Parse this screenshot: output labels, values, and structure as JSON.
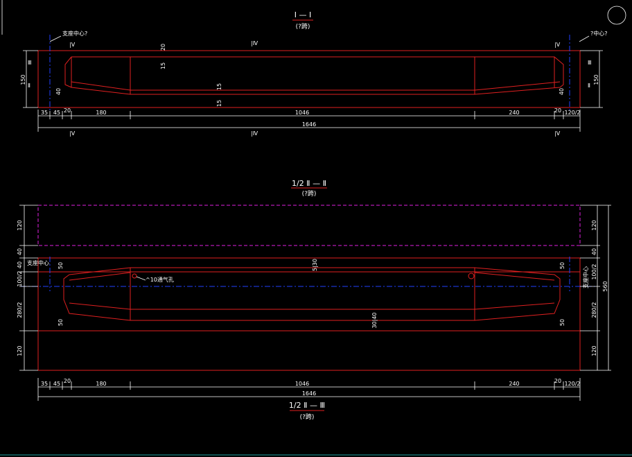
{
  "colors": {
    "background": "#000000",
    "outline": "#e02020",
    "dimension": "#ffffff",
    "centerline": "#2040ff",
    "deck": "#e020e0"
  },
  "section1": {
    "title": "I — I",
    "subtitle": "(?跨)",
    "left_support_note": "支座中心?",
    "right_support_note": "?中心?",
    "cut_marks": {
      "top_left": "|Ⅴ",
      "top_mid": "|Ⅳ",
      "top_right": "|Ⅴ",
      "bot_left": "|Ⅴ",
      "bot_mid": "|Ⅳ",
      "bot_right": "|Ⅴ"
    },
    "side_marks": {
      "left_upper": "Ⅲ",
      "left_lower": "Ⅱ",
      "right_upper": "Ⅲ",
      "right_lower": "Ⅱ"
    },
    "dims": {
      "height_left": "150",
      "height_right": "150",
      "top_thk": "20",
      "top_flange": "15",
      "bot_flange_a": "15",
      "bot_flange_b": "15",
      "haunch_left": "40",
      "haunch_right": "40",
      "bottom_row": [
        "35",
        "45",
        "20",
        "180",
        "1046",
        "240",
        "20",
        "120/2"
      ],
      "overall": "1646"
    }
  },
  "section2": {
    "title": "1/2 Ⅱ — Ⅱ",
    "subtitle": "(?跨)",
    "left_support_note": "支座中心",
    "right_support_note": "支座中心",
    "hole_note": "^10通气孔",
    "left_dims": [
      "120",
      "40",
      "40",
      "100/2",
      "280/2",
      "120"
    ],
    "right_dims": [
      "120",
      "40",
      "100/2",
      "280/2",
      "120"
    ],
    "right_total": "560",
    "inner_dims": {
      "haunch_tl": "50",
      "haunch_bl": "50",
      "haunch_tr": "50",
      "haunch_br": "50",
      "mid_top": "5|30",
      "mid_bot": "30|40"
    },
    "bottom_row": [
      "35",
      "45",
      "20",
      "180",
      "1046",
      "240",
      "20",
      "120/2"
    ],
    "overall": "1646"
  },
  "section3": {
    "title": "1/2 Ⅱ — Ⅲ",
    "subtitle": "(?跨)"
  }
}
